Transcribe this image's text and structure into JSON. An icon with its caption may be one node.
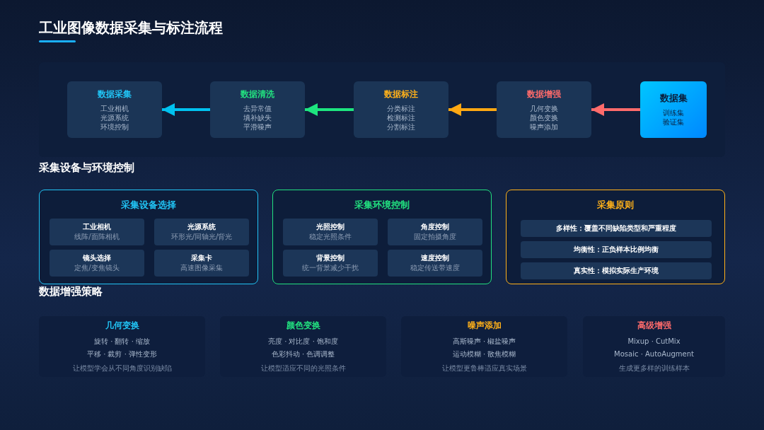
{
  "diagram": {
    "title": "工业图像数据采集与标注流程",
    "nodes": [
      {
        "text": [
          "数据采集",
          "工业相机",
          "光源系统",
          "环境控制"
        ]
      },
      {
        "text": [
          "数据清洗",
          "去异常值",
          "填补缺失",
          "平滑噪声"
        ]
      },
      {
        "text": [
          "数据标注",
          "分类标注",
          "检测标注",
          "分割标注"
        ]
      },
      {
        "text": [
          "数据增强",
          "几何变换",
          "颜色变换",
          "噪声添加"
        ]
      },
      {
        "text": [
          "数据集",
          "训练集",
          "验证集"
        ]
      },
      {
        "text": [
          "采集设备选择"
        ]
      },
      {
        "text": [
          "工业相机",
          "线阵/面阵相机"
        ],
        "in": 5
      },
      {
        "text": [
          "光源系统",
          "环形光/同轴光/背光"
        ],
        "in": 5
      },
      {
        "text": [
          "镜头选择",
          "定焦/变焦镜头"
        ],
        "in": 5
      },
      {
        "text": [
          "采集卡",
          "高速图像采集"
        ],
        "in": 5
      },
      {
        "text": [
          "采集环境控制"
        ]
      },
      {
        "text": [
          "光照控制",
          "稳定光照条件"
        ],
        "in": 10
      },
      {
        "text": [
          "角度控制",
          "固定拍摄角度"
        ],
        "in": 10
      },
      {
        "text": [
          "背景控制",
          "统一背景减少干扰"
        ],
        "in": 10
      },
      {
        "text": [
          "速度控制",
          "稳定传送带速度"
        ],
        "in": 10
      },
      {
        "text": [
          "采集原则"
        ]
      },
      {
        "text": [
          "多样性：覆盖不同缺陷类型和严重程度"
        ],
        "in": 15
      },
      {
        "text": [
          "均衡性：正负样本比例均衡"
        ],
        "in": 15
      },
      {
        "text": [
          "真实性：模拟实际生产环境"
        ],
        "in": 15
      },
      {
        "text": [
          "几何变换",
          "旋转 · 翻转 · 缩放",
          "平移 · 裁剪 · 弹性变形",
          "让模型学会从不同角度识别缺陷"
        ]
      },
      {
        "text": [
          "颜色变换",
          "亮度 · 对比度 · 饱和度",
          "色彩抖动 · 色调调整",
          "让模型适应不同的光照条件"
        ]
      },
      {
        "text": [
          "噪声添加",
          "高斯噪声 · 椒盐噪声",
          "运动模糊 · 散焦模糊",
          "让模型更鲁棒适应真实场景"
        ]
      },
      {
        "text": [
          "高级增强",
          "Mixup · CutMix",
          "Mosaic · AutoAugment",
          "生成更多样的训练样本"
        ]
      }
    ],
    "edges": [
      {
        "from": 1,
        "to": 0,
        "arrow": "to",
        "color": "#00c2f0"
      },
      {
        "from": 2,
        "to": 1,
        "arrow": "to",
        "color": "#1de57f"
      },
      {
        "from": 3,
        "to": 2,
        "arrow": "to",
        "color": "#ffa812"
      },
      {
        "from": 4,
        "to": 3,
        "arrow": "to",
        "color": "#ff6b6b"
      }
    ],
    "labels": [
      "采集设备与环境控制",
      "数据增强策略"
    ]
  }
}
